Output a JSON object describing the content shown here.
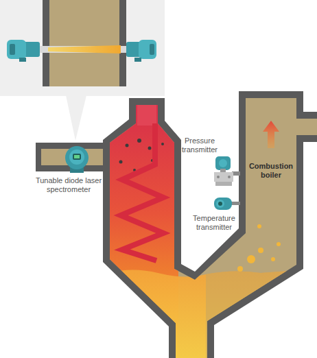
{
  "diagram": {
    "labels": [
      "Tunable diode laser spectrometer",
      "Pressure transmitter",
      "Combustion boiler",
      "Temperature transmitter"
    ]
  }
}
